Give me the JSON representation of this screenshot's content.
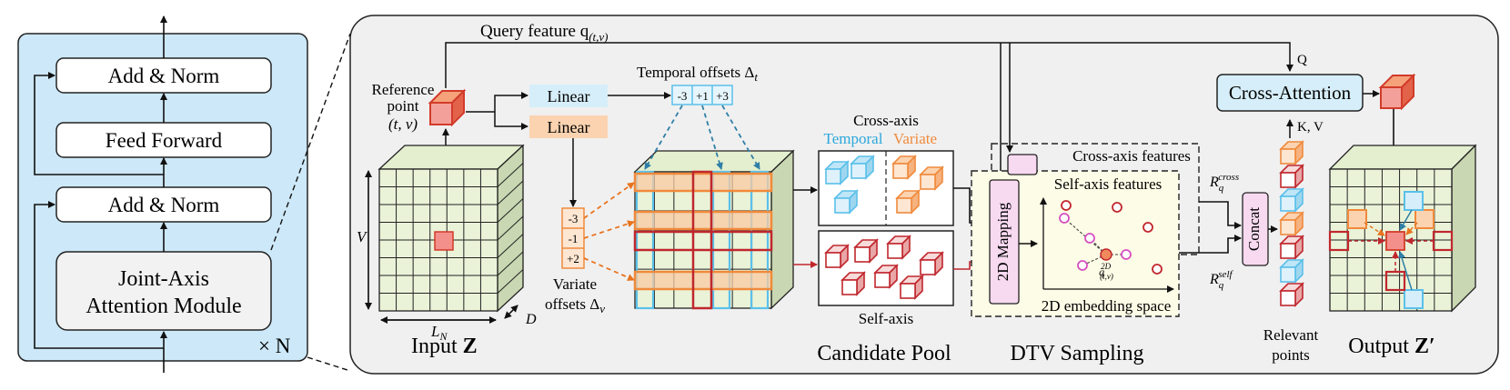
{
  "encoder": {
    "add_norm_top": "Add & Norm",
    "feed_forward": "Feed Forward",
    "add_norm_bottom": "Add & Norm",
    "joint_axis_line1": "Joint-Axis",
    "joint_axis_line2": "Attention Module",
    "repeat": "× N"
  },
  "input": {
    "label": "Input",
    "label_bold": "Z",
    "axis_v": "V",
    "axis_l": "L",
    "axis_l_sub": "N",
    "axis_d": "D"
  },
  "reference": {
    "line1": "Reference",
    "line2": "point",
    "line3": "(t, v)"
  },
  "query": {
    "label": "Query feature q",
    "sub": "(t,v)"
  },
  "linear": {
    "top": "Linear",
    "bottom": "Linear"
  },
  "temporal_offsets": {
    "label": "Temporal offsets Δ",
    "sub": "t",
    "values": [
      "-3",
      "+1",
      "+3"
    ]
  },
  "variate_offsets": {
    "line1": "Variate",
    "line2": "offsets Δ",
    "sub": "v",
    "values": [
      "-3",
      "-1",
      "+2"
    ]
  },
  "candidate_pool": {
    "title": "Candidate Pool",
    "cross_axis": "Cross-axis",
    "temporal": "Temporal",
    "variate": "Variate",
    "self_axis": "Self-axis"
  },
  "dtv": {
    "title": "DTV Sampling",
    "mapping": "2D Mapping",
    "cross_features": "Cross-axis features",
    "self_features": "Self-axis features",
    "embedding_space": "2D embedding space",
    "q_label": "q",
    "q_sup": "2D",
    "q_sub": "(t,v)"
  },
  "concat": {
    "label": "Concat",
    "r_cross": "R",
    "r_cross_sub": "q",
    "r_cross_sup": "cross",
    "r_self": "R",
    "r_self_sub": "q",
    "r_self_sup": "self"
  },
  "cross_attention": {
    "label": "Cross-Attention",
    "q": "Q",
    "kv": "K, V"
  },
  "relevant": {
    "line1": "Relevant",
    "line2": "points"
  },
  "output": {
    "label": "Output",
    "label_bold": "Z′"
  },
  "colors": {
    "encoder_bg": "#cde8f8",
    "panel_bg": "#f0f0f0",
    "grid_fill": "#eaf3d8",
    "red": "#c0272d",
    "orange": "#f08a3c",
    "orange_fill": "#fbd3b0",
    "blue": "#5bc0ea",
    "blue_fill": "#d6eef9",
    "pink": "#e08fd0",
    "pink_fill": "#f7d9f0",
    "arrow_teal": "#2f7fa6"
  }
}
